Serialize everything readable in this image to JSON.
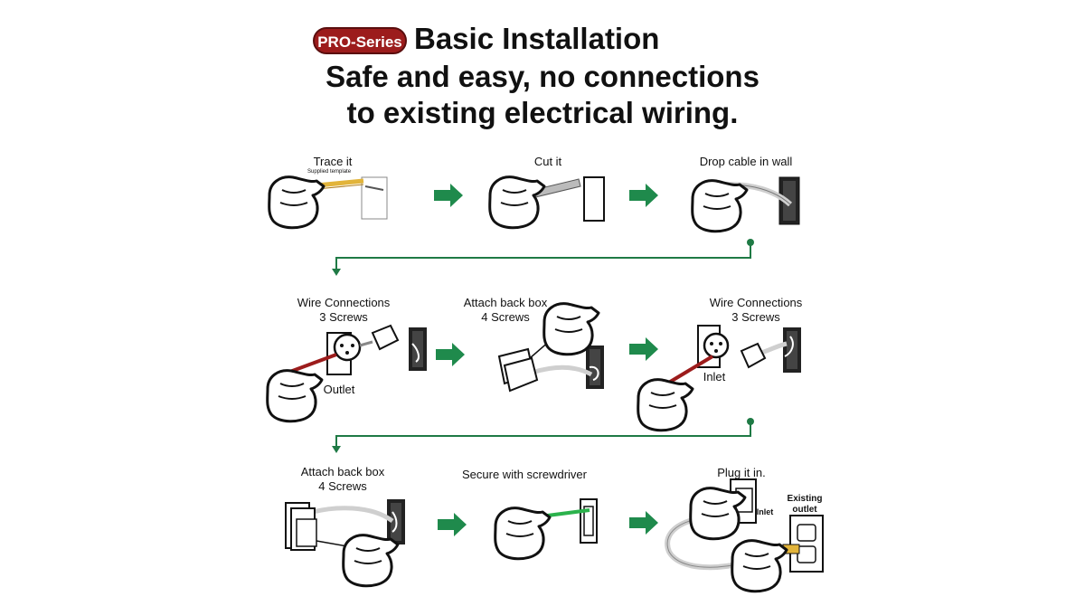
{
  "header": {
    "badge": "PRO-Series",
    "title": "Basic Installation",
    "subtitle_line1": "Safe and easy, no connections",
    "subtitle_line2": "to existing electrical wiring."
  },
  "steps": {
    "trace": {
      "label": "Trace it",
      "sublabel": "Supplied template"
    },
    "cut": {
      "label": "Cut it"
    },
    "drop": {
      "label": "Drop cable in wall"
    },
    "wire1": {
      "label_line1": "Wire Connections",
      "label_line2": "3 Screws",
      "part": "Outlet"
    },
    "attach1": {
      "label_line1": "Attach back box",
      "label_line2": "4 Screws"
    },
    "wire2": {
      "label_line1": "Wire Connections",
      "label_line2": "3 Screws",
      "part": "Inlet"
    },
    "attach2": {
      "label_line1": "Attach back box",
      "label_line2": "4 Screws"
    },
    "secure": {
      "label": "Secure with screwdriver"
    },
    "plug": {
      "label": "Plug it in.",
      "inlet": "Inlet",
      "existing_line1": "Existing",
      "existing_line2": "outlet"
    }
  },
  "colors": {
    "badge": "#9c1c1c",
    "arrow": "#1f8a4c",
    "connector": "#1f7a45",
    "wire_yellow": "#e2b43a",
    "probe_red": "#9c1c1c",
    "screwdriver_green": "#2bb24c"
  }
}
